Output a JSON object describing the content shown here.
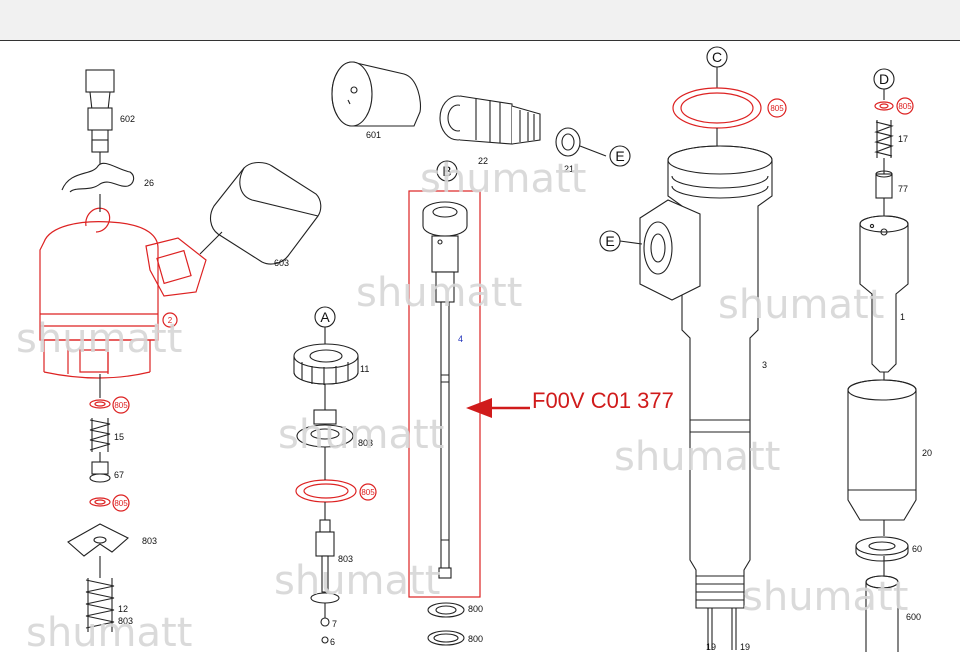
{
  "callout": {
    "part_number": "F00V C01 377"
  },
  "watermark": "shumatt",
  "section_markers": [
    "A",
    "B",
    "C",
    "D",
    "E"
  ],
  "part_labels": {
    "p602": "602",
    "p26": "26",
    "p2": "2",
    "p603": "603",
    "p805": "805",
    "p15": "15",
    "p67": "67",
    "p803": "803",
    "p12": "12",
    "p601": "601",
    "p22": "22",
    "p21": "21",
    "p11": "11",
    "p7": "7",
    "p6": "6",
    "p4": "4",
    "p800": "800",
    "p3": "3",
    "p19": "19",
    "p17": "17",
    "p77": "77",
    "p1": "1",
    "p20": "20",
    "p60": "60",
    "p600": "600"
  },
  "colors": {
    "highlight": "#d01b1b",
    "linework": "#222222",
    "watermark": "#d6d6d6"
  }
}
